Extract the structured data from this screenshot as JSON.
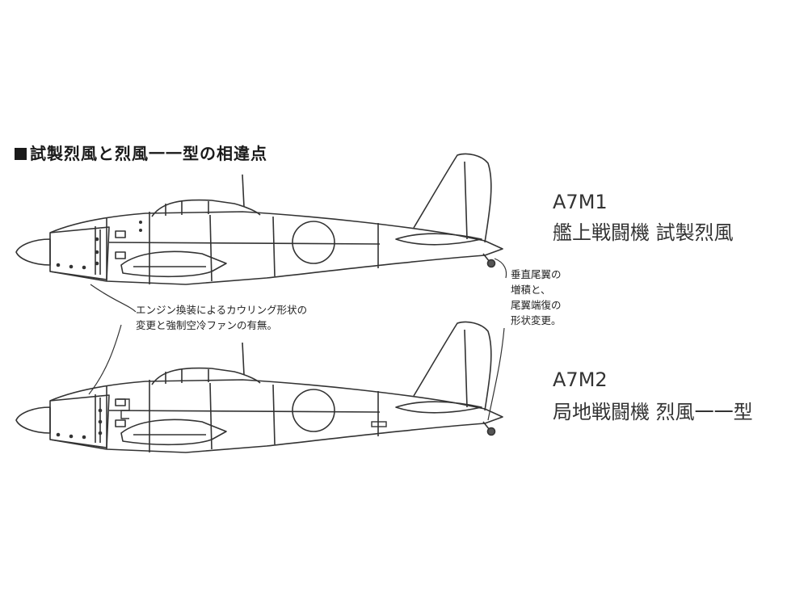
{
  "heading": "試製烈風と烈風一一型の相違点",
  "aircraft": [
    {
      "model": "A7M1",
      "designation": "艦上戦闘機 試製烈風"
    },
    {
      "model": "A7M2",
      "designation": "局地戦闘機 烈風一一型"
    }
  ],
  "annotations": {
    "engine": [
      "エンジン換装によるカウリング形状の",
      "変更と強制空冷ファンの有無。"
    ],
    "tail": [
      "垂直尾翼の",
      "増積と、",
      "尾翼端復の",
      "形状変更。"
    ]
  },
  "colors": {
    "line": "#333333",
    "text": "#222222",
    "background": "#ffffff"
  }
}
